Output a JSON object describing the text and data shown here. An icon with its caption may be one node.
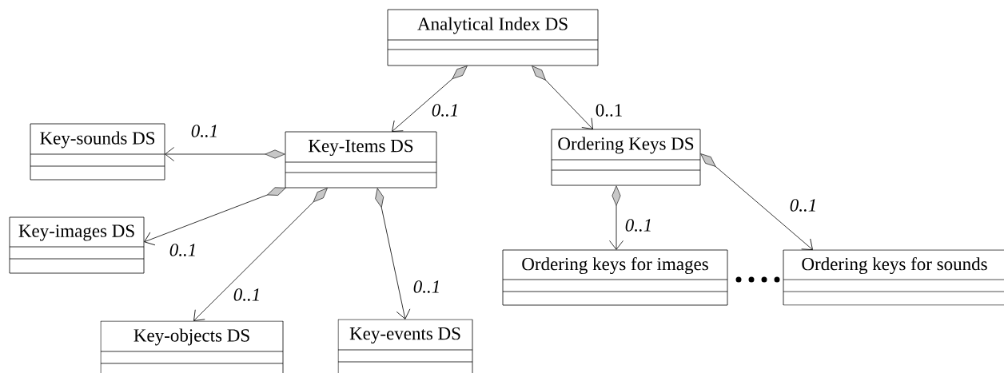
{
  "diagram": {
    "nodes": [
      {
        "text": [
          "Analytical Index DS"
        ]
      },
      {
        "text": [
          "Key-Items DS"
        ]
      },
      {
        "text": [
          "Key-sounds DS"
        ]
      },
      {
        "text": [
          "Key-images DS"
        ]
      },
      {
        "text": [
          "Key-objects DS"
        ]
      },
      {
        "text": [
          "Key-events DS"
        ]
      },
      {
        "text": [
          "Ordering Keys DS"
        ]
      },
      {
        "text": [
          "Ordering keys for images"
        ]
      },
      {
        "text": [
          "Ordering keys for sounds"
        ]
      }
    ],
    "edges": [
      {
        "from": 0,
        "to": 1,
        "arrow": "to",
        "label": "0..1"
      },
      {
        "from": 0,
        "to": 6,
        "arrow": "to",
        "label": "0..1"
      },
      {
        "from": 1,
        "to": 2,
        "arrow": "to",
        "label": "0..1"
      },
      {
        "from": 1,
        "to": 3,
        "arrow": "to",
        "label": "0..1"
      },
      {
        "from": 1,
        "to": 4,
        "arrow": "to",
        "label": "0..1"
      },
      {
        "from": 1,
        "to": 5,
        "arrow": "to",
        "label": "0..1"
      },
      {
        "from": 6,
        "to": 7,
        "arrow": "to",
        "label": "0..1"
      },
      {
        "from": 6,
        "to": 8,
        "arrow": "to",
        "label": "0..1"
      },
      {
        "from": 7,
        "to": 8,
        "arrow": "none",
        "style": "dashed"
      }
    ]
  }
}
